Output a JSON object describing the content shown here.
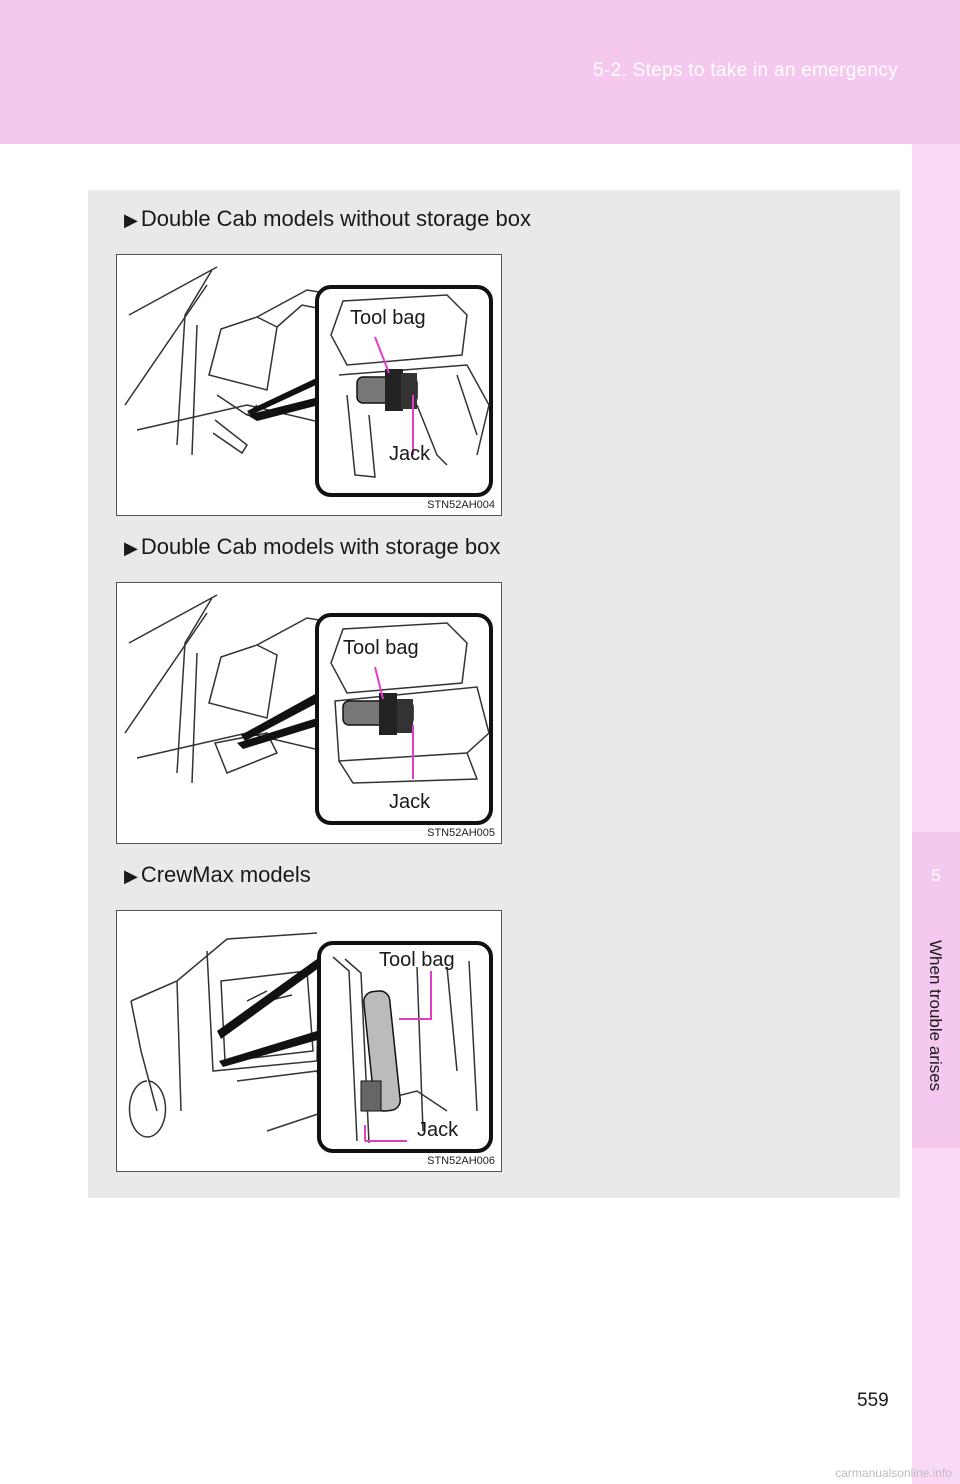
{
  "header": {
    "title": "5-2. Steps to take in an emergency"
  },
  "side_tab": {
    "chapter_number": "5",
    "chapter_label": "When trouble arises"
  },
  "sections": [
    {
      "caption": "Double Cab models without storage box",
      "tool_label": "Tool bag",
      "jack_label": "Jack",
      "figure_code": "STN52AH004"
    },
    {
      "caption": "Double Cab models with storage box",
      "tool_label": "Tool bag",
      "jack_label": "Jack",
      "figure_code": "STN52AH005"
    },
    {
      "caption": "CrewMax models",
      "tool_label": "Tool bag",
      "jack_label": "Jack",
      "figure_code": "STN52AH006"
    }
  ],
  "page_number": "559",
  "watermark": "carmanualsonline.info",
  "colors": {
    "header_bg": "#f5c8f0",
    "side_tab": "#fad9f6",
    "panel_bg": "#e9e9e9",
    "callout_arrow": "#e23cc8"
  }
}
